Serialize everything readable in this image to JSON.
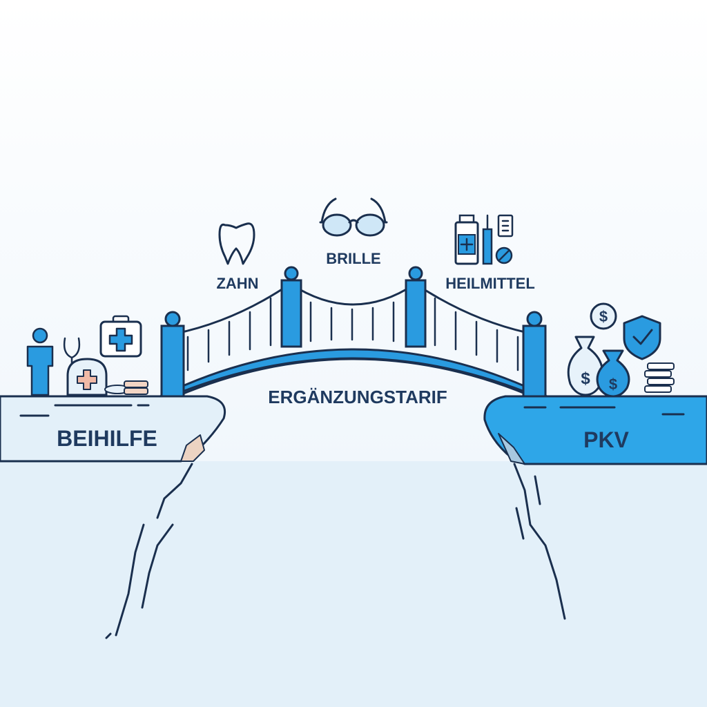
{
  "labels": {
    "bridge": "ERGÄNZUNGSTARIF",
    "left_cliff": "BEIHILFE",
    "right_cliff": "PKV",
    "tooth": "ZAHN",
    "glasses": "BRILLE",
    "remedies": "HEILMITTEL"
  },
  "icon_symbols": {
    "dollar": "$"
  },
  "colors": {
    "accent_blue": "#2a9be0",
    "navy": "#1a2f4e",
    "light_blue": "#e3f0f9",
    "label_text": "#1f3a5f"
  }
}
